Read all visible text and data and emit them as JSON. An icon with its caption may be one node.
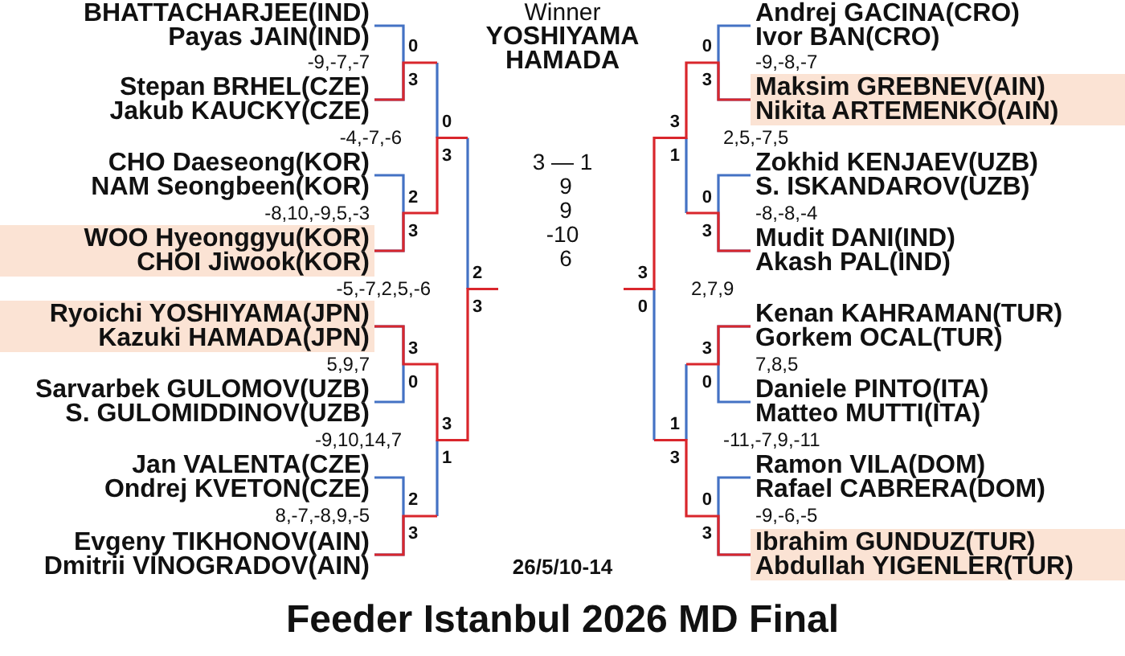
{
  "diagram": {
    "title": "Feeder Istanbul 2026 MD Final",
    "nodes": [
      {
        "text": [
          "BHATTACHARJEE(IND)",
          "Payas JAIN(IND)"
        ]
      },
      {
        "text": [
          "Stepan BRHEL(CZE)",
          "Jakub KAUCKY(CZE)"
        ]
      },
      {
        "text": [
          "CHO Daeseong(KOR)",
          "NAM Seongbeen(KOR)"
        ]
      },
      {
        "text": [
          "WOO Hyeonggyu(KOR)",
          "CHOI Jiwook(KOR)"
        ]
      },
      {
        "text": [
          "Ryoichi YOSHIYAMA(JPN)",
          "Kazuki HAMADA(JPN)"
        ]
      },
      {
        "text": [
          "Sarvarbek GULOMOV(UZB)",
          "S. GULOMIDDINOV(UZB)"
        ]
      },
      {
        "text": [
          "Jan VALENTA(CZE)",
          "Ondrej KVETON(CZE)"
        ]
      },
      {
        "text": [
          "Evgeny TIKHONOV(AIN)",
          "Dmitrii VINOGRADOV(AIN)"
        ]
      },
      {
        "text": [
          "Andrej GACINA(CRO)",
          "Ivor BAN(CRO)"
        ]
      },
      {
        "text": [
          "Maksim GREBNEV(AIN)",
          "Nikita ARTEMENKO(AIN)"
        ]
      },
      {
        "text": [
          "Zokhid KENJAEV(UZB)",
          "S. ISKANDAROV(UZB)"
        ]
      },
      {
        "text": [
          "Mudit DANI(IND)",
          "Akash PAL(IND)"
        ]
      },
      {
        "text": [
          "Kenan KAHRAMAN(TUR)",
          "Gorkem OCAL(TUR)"
        ]
      },
      {
        "text": [
          "Daniele PINTO(ITA)",
          "Matteo MUTTI(ITA)"
        ]
      },
      {
        "text": [
          "Ramon VILA(DOM)",
          "Rafael CABRERA(DOM)"
        ]
      },
      {
        "text": [
          "Ibrahim GUNDUZ(TUR)",
          "Abdullah YIGENLER(TUR)"
        ]
      }
    ],
    "edges": [
      {
        "from": 0,
        "to": 1,
        "arrow": "none",
        "color": "#4472c4"
      },
      {
        "from": 1,
        "to": null,
        "arrow": "none",
        "color": "#d9262c"
      },
      {
        "from": 2,
        "to": 3,
        "arrow": "none",
        "color": "#4472c4"
      },
      {
        "from": 3,
        "to": null,
        "arrow": "none",
        "color": "#d9262c"
      },
      {
        "from": 4,
        "to": null,
        "arrow": "none",
        "color": "#d9262c"
      },
      {
        "from": 5,
        "to": 4,
        "arrow": "none",
        "color": "#4472c4"
      },
      {
        "from": 6,
        "to": 7,
        "arrow": "none",
        "color": "#4472c4"
      },
      {
        "from": 7,
        "to": null,
        "arrow": "none",
        "color": "#d9262c"
      },
      {
        "from": 8,
        "to": 9,
        "arrow": "none",
        "color": "#4472c4"
      },
      {
        "from": 9,
        "to": null,
        "arrow": "none",
        "color": "#d9262c"
      },
      {
        "from": 10,
        "to": 11,
        "arrow": "none",
        "color": "#4472c4"
      },
      {
        "from": 11,
        "to": null,
        "arrow": "none",
        "color": "#d9262c"
      },
      {
        "from": 12,
        "to": null,
        "arrow": "none",
        "color": "#d9262c"
      },
      {
        "from": 13,
        "to": 12,
        "arrow": "none",
        "color": "#4472c4"
      },
      {
        "from": 14,
        "to": 15,
        "arrow": "none",
        "color": "#4472c4"
      },
      {
        "from": 15,
        "to": null,
        "arrow": "none",
        "color": "#d9262c"
      }
    ],
    "labels": [
      "Winner",
      "YOSHIYAMA",
      "HAMADA",
      "0",
      "-9,-7,-7",
      "3",
      "0",
      "-4,-7,-6",
      "3",
      "2",
      "-8,10,-9,5,-3",
      "3",
      "2",
      "-5,-7,2,5,-6",
      "3",
      "3",
      "5,9,7",
      "0",
      "3",
      "-9,10,14,7",
      "1",
      "2",
      "8,-7,-8,9,-5",
      "3",
      "3 — 1",
      "9",
      "9",
      "-10",
      "6",
      "0",
      "-9,-8,-7",
      "3",
      "3",
      "2,5,-7,5",
      "1",
      "0",
      "-8,-8,-4",
      "3",
      "3",
      "2,7,9",
      "0",
      "3",
      "7,8,5",
      "0",
      "1",
      "-11,-7,9,-11",
      "3",
      "0",
      "-9,-6,-5",
      "3",
      "26/5/10-14"
    ]
  }
}
